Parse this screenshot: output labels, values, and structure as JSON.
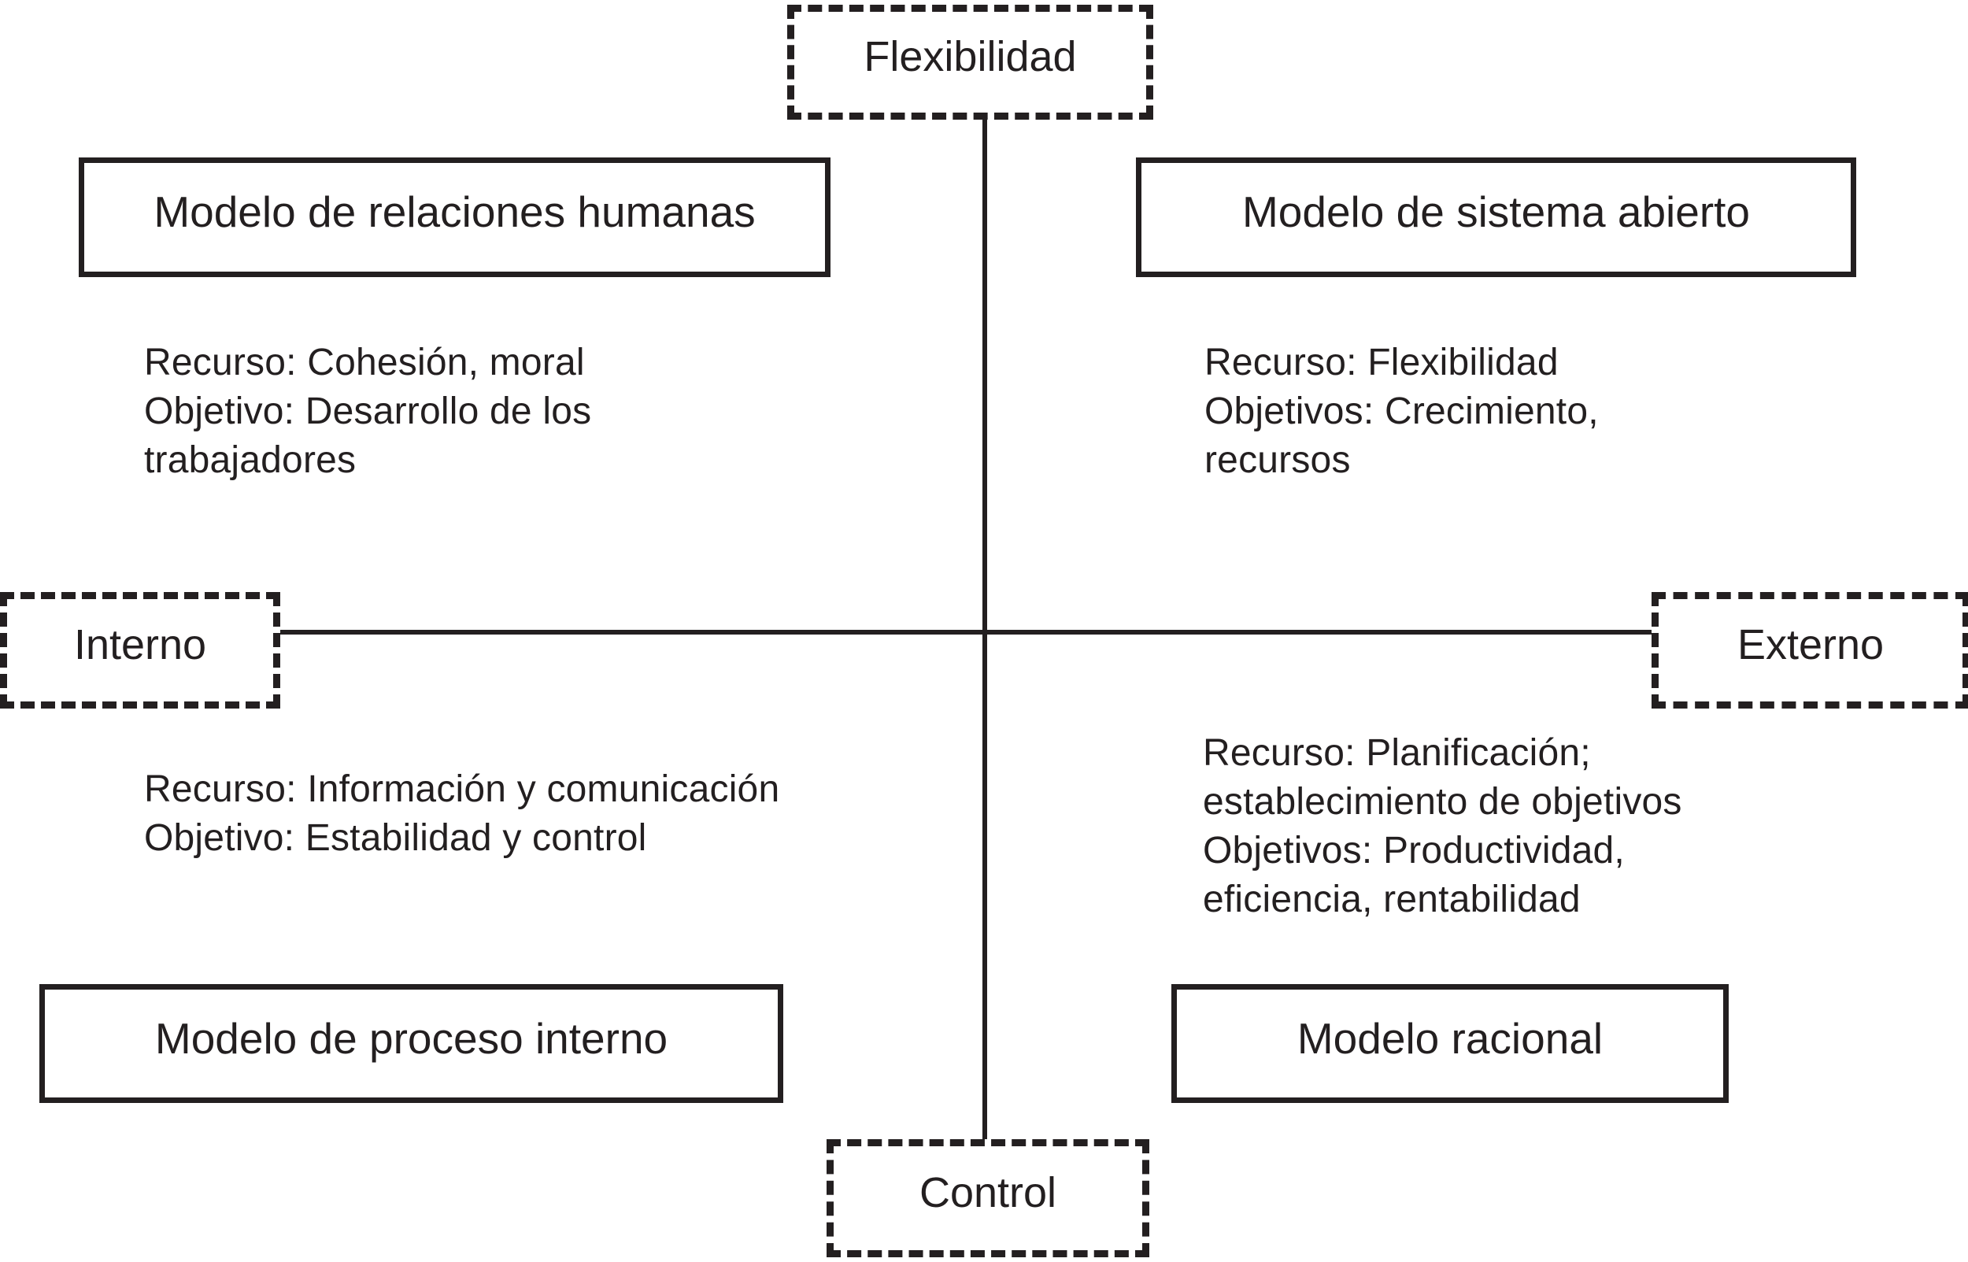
{
  "diagram": {
    "axes": {
      "vertical_top": "Flexibilidad",
      "vertical_bottom": "Control",
      "horizontal_left": "Interno",
      "horizontal_right": "Externo"
    },
    "quadrants": {
      "top_left": {
        "model": "Modelo de relaciones humanas",
        "details": "Recurso: Cohesión, moral\nObjetivo: Desarrollo de los\ntrabajadores"
      },
      "top_right": {
        "model": "Modelo de sistema abierto",
        "details": "Recurso: Flexibilidad\nObjetivos: Crecimiento,\nrecursos"
      },
      "bottom_left": {
        "model": "Modelo de proceso interno",
        "details": "Recurso: Información y comunicación\nObjetivo: Estabilidad y control"
      },
      "bottom_right": {
        "model": "Modelo racional",
        "details": "Recurso: Planificación;\nestablecimiento de objetivos\nObjetivos: Productividad,\neficiencia, rentabilidad"
      }
    },
    "colors": {
      "ink": "#231f20",
      "background": "#ffffff"
    }
  }
}
